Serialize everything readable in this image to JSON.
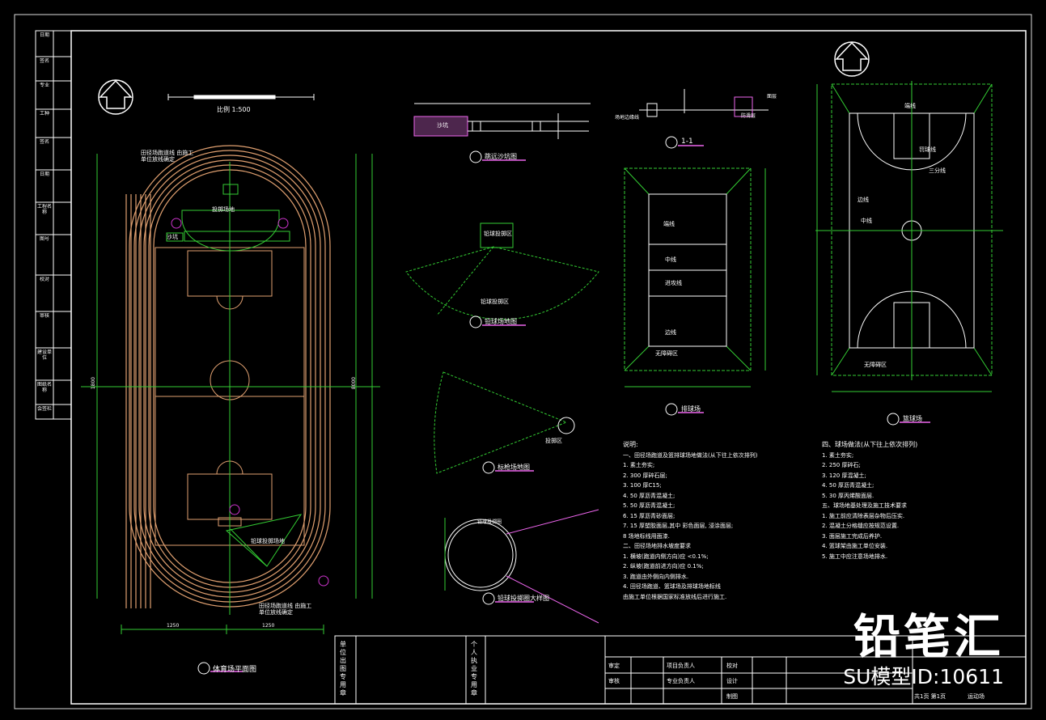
{
  "sheet": {
    "scale_label": "比例 1:500",
    "plan_title": "体育场平面图",
    "long_jump_title": "跳远沙坑图",
    "javelin_title": "标枪场地图",
    "shot_title": "铅球场地图",
    "shot_circle_title": "铅球投掷圈大样图",
    "section_title": "1-1",
    "volleyball_title": "排球场",
    "basketball_title": "篮球场"
  },
  "plan": {
    "note_top": "田径场跑道线 由施工单位放线确定",
    "note_bottom": "田径场跑道线 由施工单位放线确定",
    "label_long_jump": "沙坑",
    "label_throw": "投掷场地",
    "label_shot": "铅球投掷场地",
    "dim_total": "1800",
    "dim_half": "8000",
    "dim_bottom_left": "1250",
    "dim_bottom_right": "1250"
  },
  "details": {
    "long_jump_label": "沙坑",
    "shot_sector_note": "铅球投掷区",
    "shot_sector_label": "铅球投掷区",
    "shot_circle_note": "铅球投掷圈",
    "javelin_label": "投掷区",
    "volleyball_notes": [
      "端线",
      "中线",
      "进攻线",
      "边线",
      "无障碍区"
    ],
    "basketball_notes": [
      "端线",
      "边线",
      "中线",
      "三分线",
      "罚球线",
      "无障碍区"
    ],
    "section_labels": [
      "场地边缘线",
      "防滑层",
      "面层"
    ]
  },
  "notes": {
    "heading": "说明:",
    "lines": [
      "一、田径场跑道及篮排球场地做法(从下往上依次排列)",
      "1. 素土夯实;",
      "2. 300 厚碎石层;",
      "3. 100 厚C15;",
      "4. 50 厚沥青混凝土;",
      "5. 50 厚沥青混凝土;",
      "6. 15 厚沥青砂面层;",
      "7. 15 厚塑胶面层,其中   彩色面层,  浸涂面层;",
      "8 场地标线用面漆.",
      "二、田径场地排水坡度要求",
      "1. 横坡(跑道内侧方向)应 <0.1%;",
      "2. 纵坡(跑道前进方向)应 0.1%;",
      "3. 跑道由外侧向内侧排水.",
      "4. 田径场跑道、篮球场及排球场地标线",
      "   由施工单位根据国家标准放线后进行施工."
    ],
    "heading2": "四、球场做法(从下往上依次排列)",
    "lines2": [
      "1. 素土夯实;",
      "2. 250 厚碎石;",
      "3. 120 厚混凝土;",
      "4. 50 厚沥青混凝土;",
      "5. 30 厚丙烯酸面层.",
      "五、球场地基处理及施工技术要求",
      "1. 施工前应清除表层杂物后压实.",
      "2. 混凝土分格缝应按规范设置.",
      "3. 面层施工完成后养护.",
      "4. 篮球架由施工单位安装.",
      "5. 施工中应注意场地排水."
    ]
  },
  "title_block": {
    "unit_label": "单位出图专用章",
    "personal_label": "个人执业专用章",
    "rows": [
      "审定",
      "审核",
      "校对",
      "设计",
      "制图"
    ],
    "roles": [
      "项目负责人",
      "专业负责人"
    ],
    "sheet_label": "共1页 第1页",
    "drawing_no": "运动场"
  },
  "side_table": {
    "labels": [
      "日期",
      "签名",
      "专业",
      "工种",
      "签名",
      "日期",
      "工程名称",
      "图号",
      "校对",
      "审核",
      "建设单位",
      "图纸名称",
      "会签栏"
    ]
  },
  "watermark": {
    "brand": "铅笔汇",
    "model_id": "SU模型ID:10611"
  }
}
